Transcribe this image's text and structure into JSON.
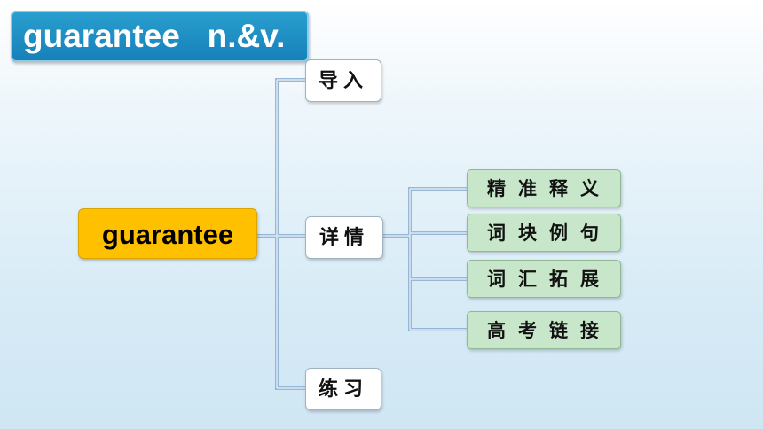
{
  "title": "guarantee   n.&v.",
  "root": {
    "label": "guarantee"
  },
  "branches": [
    {
      "label": "导入"
    },
    {
      "label": "详情"
    },
    {
      "label": "练习"
    }
  ],
  "details": [
    {
      "label": "精准释义"
    },
    {
      "label": "词块例句"
    },
    {
      "label": "词汇拓展"
    },
    {
      "label": "高考链接"
    }
  ],
  "colors": {
    "title_bg": "#1a8cc4",
    "root_bg": "#ffc000",
    "leaf_bg": "#c8e6c9",
    "connector": "#9ab8d6"
  }
}
